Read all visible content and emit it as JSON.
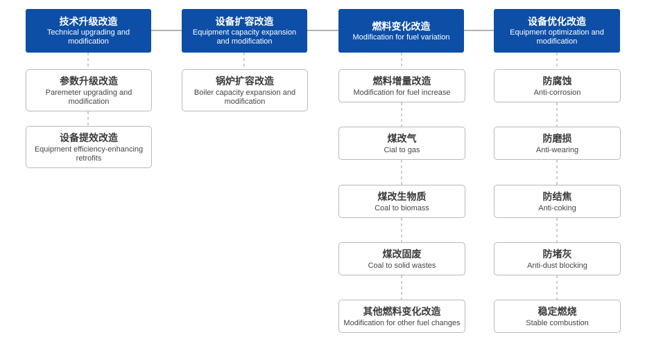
{
  "columns": [
    {
      "header": {
        "zh": "技术升级改造",
        "en": "Technical upgrading and modification"
      },
      "items": [
        {
          "zh": "参数升级改造",
          "en": "Paremeter upgrading and modification"
        },
        {
          "zh": "设备提效改造",
          "en": "Equiprnent efficiency-enhancing retrofits"
        }
      ]
    },
    {
      "header": {
        "zh": "设备扩容改造",
        "en": "Equipment capacity expansion and modification"
      },
      "items": [
        {
          "zh": "锅炉扩容改造",
          "en": "Boiler capacity expansion and modification"
        }
      ]
    },
    {
      "header": {
        "zh": "燃料变化改造",
        "en": "Modification for fuel variation"
      },
      "items": [
        {
          "zh": "燃料增量改造",
          "en": "Modification for fuel increase"
        },
        {
          "zh": "煤改气",
          "en": "Cial to gas"
        },
        {
          "zh": "煤改生物质",
          "en": "Coal to biomass"
        },
        {
          "zh": "煤改固废",
          "en": "Coal to solid wastes"
        },
        {
          "zh": "其他燃料变化改造",
          "en": "Modification for other fuel changes"
        }
      ]
    },
    {
      "header": {
        "zh": "设备优化改造",
        "en": "Equipment optimization and modification"
      },
      "items": [
        {
          "zh": "防腐蚀",
          "en": "Anti-corrosion"
        },
        {
          "zh": "防磨损",
          "en": "Anti-wearing"
        },
        {
          "zh": "防结焦",
          "en": "Anti-coking"
        },
        {
          "zh": "防堵灰",
          "en": "Anti-dust blocking"
        },
        {
          "zh": "稳定燃烧",
          "en": "Stable combustion"
        }
      ]
    }
  ],
  "colors": {
    "header_bg": "#0d4ea6",
    "header_text": "#ffffff",
    "box_border": "#b9b9b9",
    "connector": "#999999"
  }
}
